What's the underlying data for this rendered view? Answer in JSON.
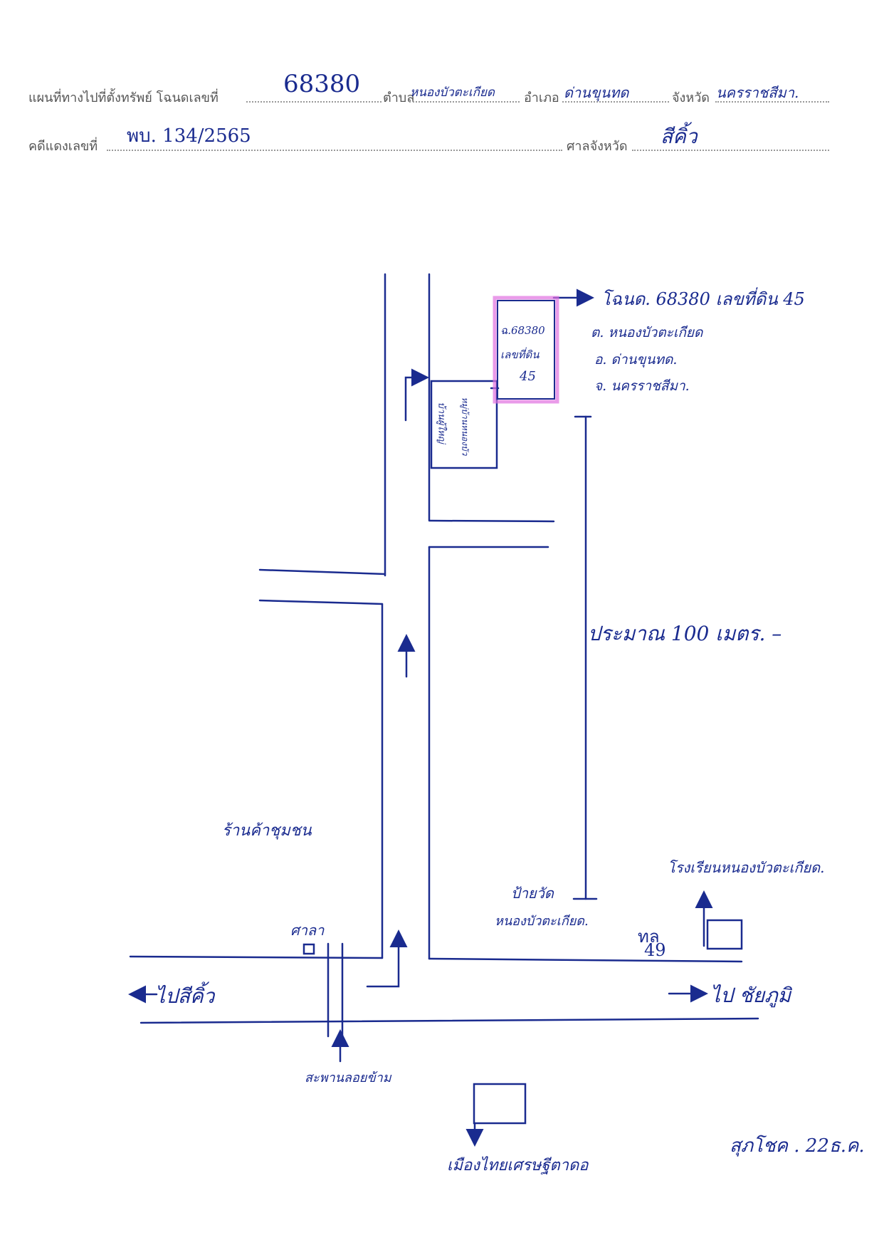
{
  "form": {
    "row1": {
      "prefix_label": "แผนที่ทางไปที่ตั้งทรัพย์  โฉนดเลขที่",
      "deed_no": "68380",
      "subdistrict_label": "ตำบล",
      "subdistrict": "หนองบัวตะเกียด",
      "district_label": "อำเภอ",
      "district": "ด่านขุนทด",
      "province_label": "จังหวัด",
      "province": "นครราชสีมา."
    },
    "row2": {
      "case_label": "คดีแดงเลขที่",
      "case_no": "พบ. 134/2565",
      "court_label": "ศาลจังหวัด",
      "court": "สีคิ้ว"
    }
  },
  "map": {
    "plot_box": {
      "line1": "ฉ.68380",
      "line2": "เลขที่ดิน",
      "line3": "45"
    },
    "neighbor_house": {
      "line1": "บ้านผู้ใหญ่",
      "line2": "หมู่บ้านหนองบัว"
    },
    "deed_callout": {
      "line1": "โฉนด. 68380 เลขที่ดิน 45",
      "line2": "ต. หนองบัวตะเกียด",
      "line3": "อ. ด่านขุนทด.",
      "line4": "จ. นครราชสีมา."
    },
    "distance_label": "ประมาณ 100 เมตร. –",
    "community_shop": "ร้านค้าชุมชน",
    "temple_sign": {
      "line1": "ป้ายวัด",
      "line2": "หนองบัวตะเกียด."
    },
    "school": "โรงเรียนหนองบัวตะเกียด.",
    "highway": {
      "line1": "ทล",
      "line2": "49"
    },
    "sala": "ศาลา",
    "to_west": "ไปสีคิ้ว",
    "to_east": "ไป ชัยภูมิ",
    "bridge": "สะพานลอยข้าม",
    "shop_bottom": "เมืองไทยเศรษฐีตาดอ",
    "signature": "สุภโชค . 22ธ.ค."
  },
  "colors": {
    "ink": "#1a2b8f",
    "highlight": "#e070e0",
    "printed": "#555555"
  }
}
